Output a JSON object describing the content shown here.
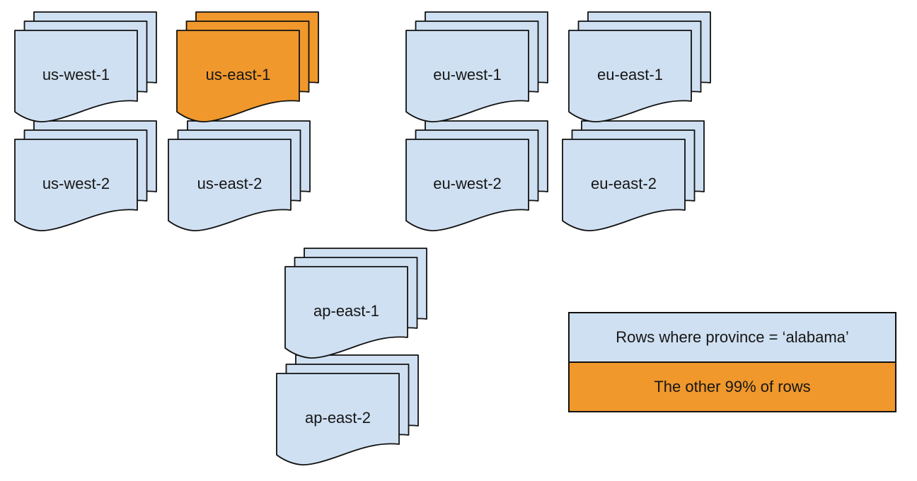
{
  "stacks": [
    {
      "label": "us-west-1",
      "variant": "blue"
    },
    {
      "label": "us-east-1",
      "variant": "orange"
    },
    {
      "label": "eu-west-1",
      "variant": "blue"
    },
    {
      "label": "eu-east-1",
      "variant": "blue"
    },
    {
      "label": "us-west-2",
      "variant": "blue"
    },
    {
      "label": "us-east-2",
      "variant": "blue"
    },
    {
      "label": "eu-west-2",
      "variant": "blue"
    },
    {
      "label": "eu-east-2",
      "variant": "blue"
    },
    {
      "label": "ap-east-1",
      "variant": "blue"
    },
    {
      "label": "ap-east-2",
      "variant": "blue"
    }
  ],
  "legend": {
    "items": [
      {
        "label": "Rows where province = ‘alabama’",
        "color": "#CFE0F2"
      },
      {
        "label": "The other 99% of rows",
        "color": "#F0982C"
      }
    ]
  },
  "colors": {
    "partition_blue": "#CFE0F2",
    "highlight_orange": "#F0982C",
    "outline": "#111111"
  }
}
